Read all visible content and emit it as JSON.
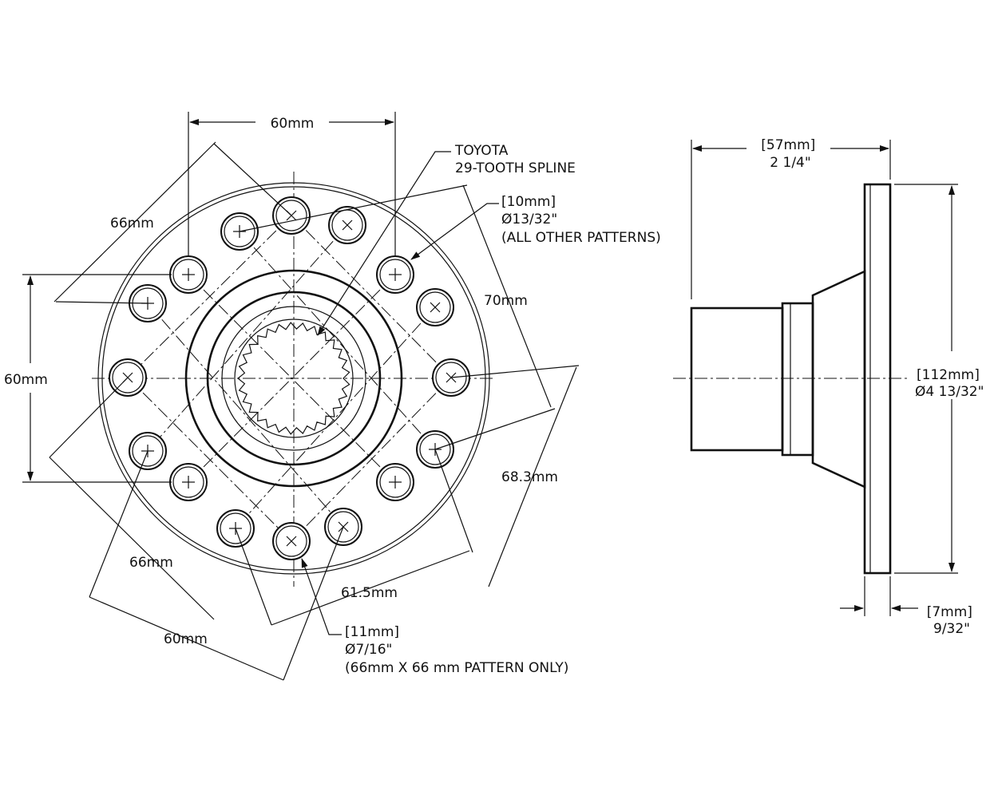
{
  "front_view": {
    "dim_top_60": "60mm",
    "dim_left_60": "60mm",
    "dim_upper_left_66": "66mm",
    "dim_lower_left_66": "66mm",
    "dim_bottom_60": "60mm",
    "dim_70": "70mm",
    "dim_68_3": "68.3mm",
    "dim_61_5": "61.5mm",
    "spline_note": [
      "TOYOTA",
      "29-TOOTH SPLINE"
    ],
    "hole_note_10": [
      "[10mm]",
      "Ø13/32\"",
      "(ALL OTHER PATTERNS)"
    ],
    "hole_note_11": [
      "[11mm]",
      "Ø7/16\"",
      "(66mm X 66 mm PATTERN ONLY)"
    ]
  },
  "side_view": {
    "dim_length": [
      "[57mm]",
      "2 1/4\""
    ],
    "dim_diameter": [
      "[112mm]",
      "Ø4 13/32\""
    ],
    "dim_thickness": [
      "[7mm]",
      "9/32\""
    ]
  }
}
